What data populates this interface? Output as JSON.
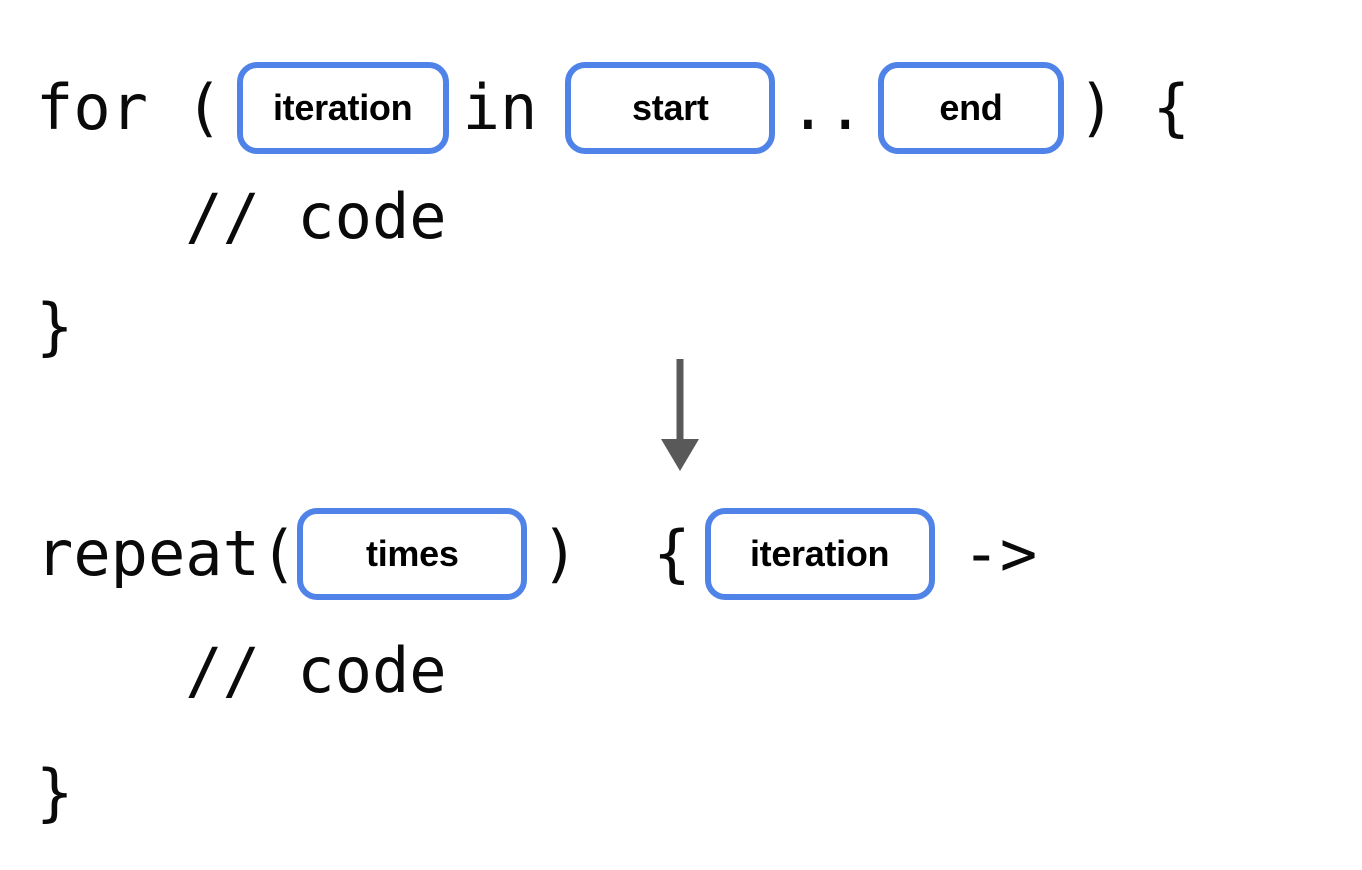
{
  "diagram": {
    "title": "for loop to repeat block transformation",
    "accent_color": "#4f83e8",
    "code_color": "#0a0a0a",
    "arrow_color": "#595959",
    "background": "#ffffff"
  },
  "before": {
    "line1": {
      "prefix": "for (",
      "pill_iteration": "iteration",
      "keyword_in": "in",
      "pill_start": "start",
      "range_operator": "..",
      "pill_end": "end",
      "suffix": ") {"
    },
    "line2": "    // code",
    "line3": "}"
  },
  "arrow": {
    "name": "downward-transform-arrow",
    "direction": "down"
  },
  "after": {
    "line1": {
      "prefix": "repeat(",
      "pill_times": "times",
      "middle": ")  {",
      "pill_iteration": "iteration",
      "suffix": "->"
    },
    "line2": "    // code",
    "line3": "}"
  }
}
